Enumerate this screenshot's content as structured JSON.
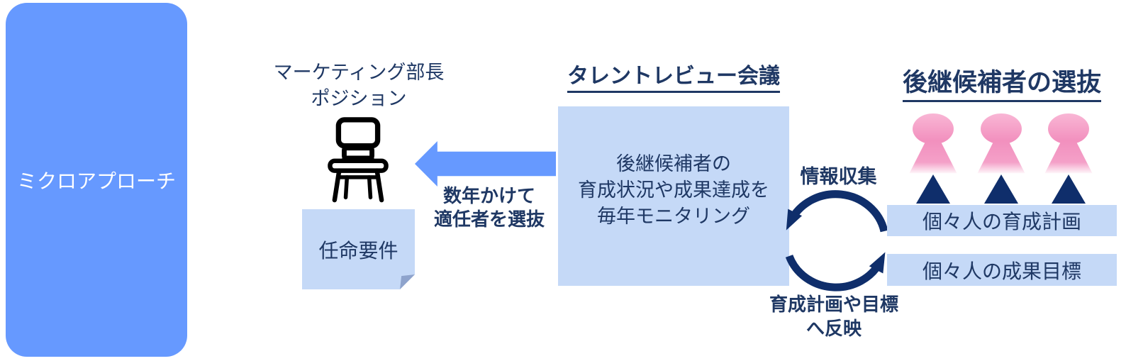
{
  "colors": {
    "primary_blue": "#6699FF",
    "light_blue": "#C5D9F7",
    "navy_text": "#1F3864",
    "navy_shape": "#0F2E6B",
    "pink": "#F290BE",
    "fold_blue": "#8EA3CC",
    "chair_black": "#000000",
    "white": "#FFFFFF"
  },
  "left_panel": {
    "label": "ミクロアプローチ"
  },
  "position_card": {
    "label_line1": "マーケティング部長",
    "label_line2": "ポジション",
    "footer": "任命要件"
  },
  "selection_arrow": {
    "caption_line1": "数年かけて",
    "caption_line2": "適任者を選抜"
  },
  "talent_review": {
    "title": "タレントレビュー会議",
    "body_line1": "後継候補者の",
    "body_line2": "育成状況や成果達成を",
    "body_line3": "毎年モニタリング"
  },
  "cycle": {
    "top_label": "情報収集",
    "bottom_label_line1": "育成計画や目標",
    "bottom_label_line2": "へ反映"
  },
  "successors": {
    "title": "後継候補者の選抜",
    "person_count": 3,
    "plan_label": "個々人の育成計画",
    "goal_label": "個々人の成果目標"
  }
}
